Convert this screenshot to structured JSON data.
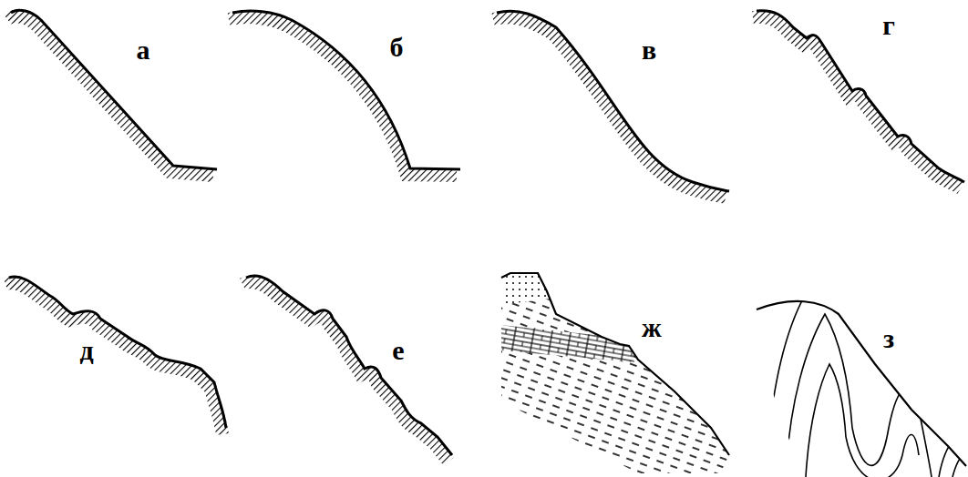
{
  "diagram": {
    "labels": [
      "а",
      "б",
      "в",
      "г",
      "д",
      "е",
      "ж",
      "з"
    ]
  }
}
